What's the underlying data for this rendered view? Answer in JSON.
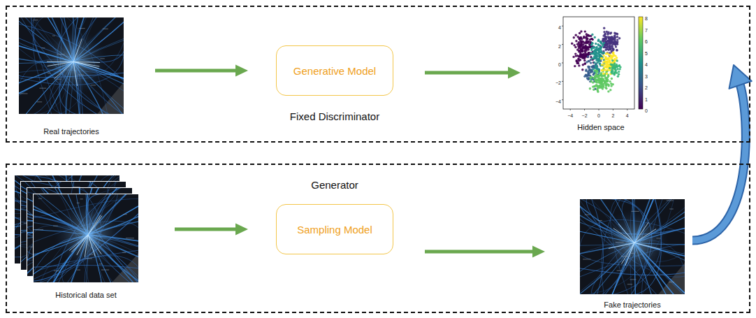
{
  "diagram": {
    "nodes": [
      {
        "text": [
          "Fixed Discriminator"
        ]
      },
      {
        "text": [
          "Real trajectories"
        ],
        "in": 0
      },
      {
        "text": [
          "Generative Model"
        ],
        "in": 0
      },
      {
        "text": [
          "Hidden space"
        ],
        "in": 0
      },
      {
        "text": [
          "Generator"
        ]
      },
      {
        "text": [
          "Historical data set"
        ],
        "in": 4
      },
      {
        "text": [
          "Sampling Model"
        ],
        "in": 4
      },
      {
        "text": [
          "Fake trajectories"
        ],
        "in": 4
      }
    ],
    "edges": [
      {
        "from": 1,
        "to": 2,
        "arrow": "to"
      },
      {
        "from": 2,
        "to": 3,
        "arrow": "to"
      },
      {
        "from": 5,
        "to": 6,
        "arrow": "to"
      },
      {
        "from": 6,
        "to": 7,
        "arrow": "to"
      },
      {
        "from": 7,
        "to": 3,
        "arrow": "to"
      }
    ],
    "labels": [
      "−4",
      "−2",
      "0",
      "2",
      "4",
      "4",
      "2",
      "0",
      "−2",
      "−4",
      "0",
      "1",
      "2",
      "3",
      "4",
      "5",
      "6",
      "7",
      "8"
    ]
  }
}
